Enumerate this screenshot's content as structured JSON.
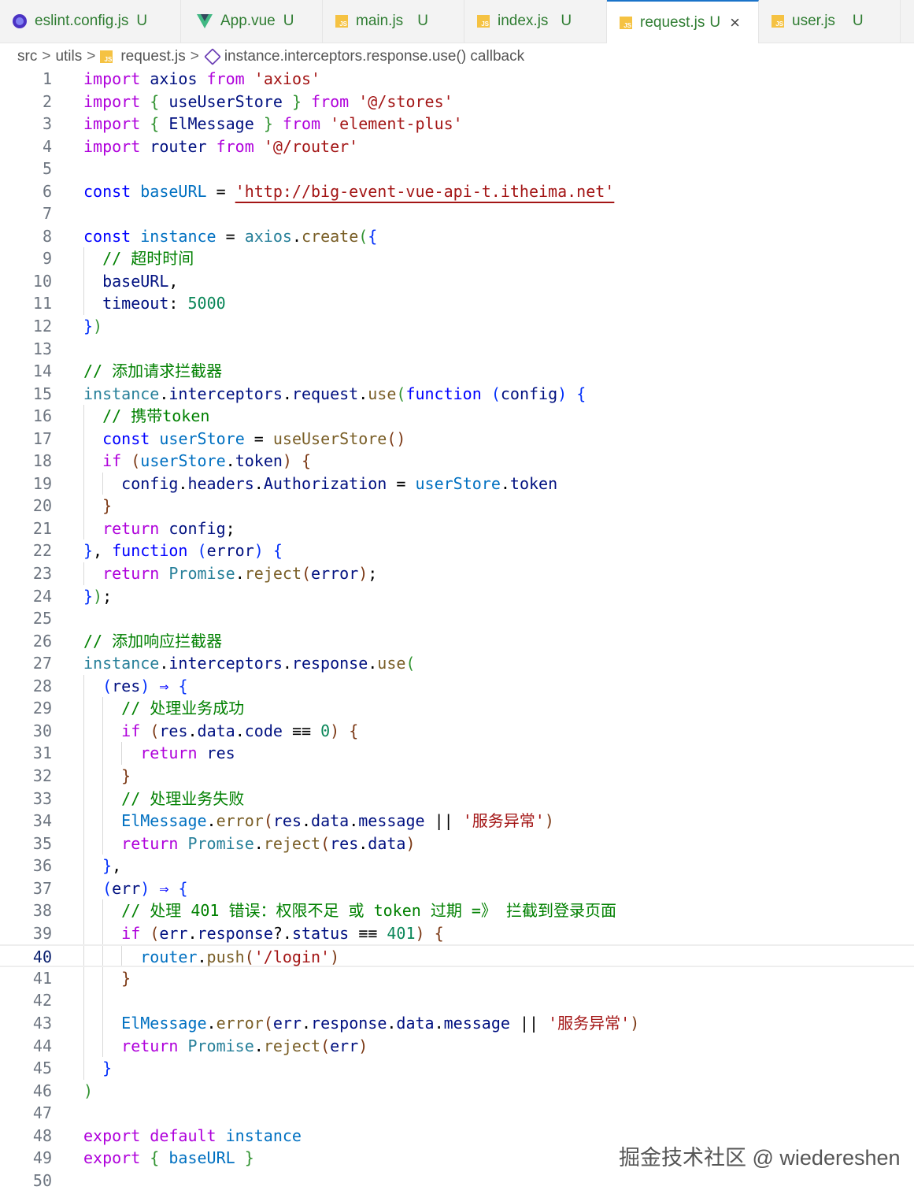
{
  "tabs": [
    {
      "name": "eslint.config.js",
      "badge": "U",
      "icon": "eslint-icon"
    },
    {
      "name": "App.vue",
      "badge": "U",
      "icon": "vue-icon"
    },
    {
      "name": "main.js",
      "badge": "U",
      "icon": "js-icon"
    },
    {
      "name": "index.js",
      "badge": "U",
      "icon": "js-icon"
    },
    {
      "name": "request.js",
      "badge": "U",
      "icon": "js-icon",
      "active": true,
      "close": "×"
    },
    {
      "name": "user.js",
      "badge": "U",
      "icon": "js-icon"
    }
  ],
  "breadcrumb": {
    "items": [
      "src",
      "utils",
      "request.js",
      "instance.interceptors.response.use() callback"
    ],
    "separator": ">"
  },
  "editor": {
    "current_line": 40,
    "line_numbers": [
      "1",
      "2",
      "3",
      "4",
      "5",
      "6",
      "7",
      "8",
      "9",
      "10",
      "11",
      "12",
      "13",
      "14",
      "15",
      "16",
      "17",
      "18",
      "19",
      "20",
      "21",
      "22",
      "23",
      "24",
      "25",
      "26",
      "27",
      "28",
      "29",
      "30",
      "31",
      "32",
      "33",
      "34",
      "35",
      "36",
      "37",
      "38",
      "39",
      "40",
      "41",
      "42",
      "43",
      "44",
      "45",
      "46",
      "47",
      "48",
      "49",
      "50"
    ],
    "lines": [
      "import axios from 'axios'",
      "import { useUserStore } from '@/stores'",
      "import { ElMessage } from 'element-plus'",
      "import router from '@/router'",
      "",
      "const baseURL = 'http://big-event-vue-api-t.itheima.net'",
      "",
      "const instance = axios.create({",
      "  // 超时时间",
      "  baseURL,",
      "  timeout: 5000",
      "})",
      "",
      "// 添加请求拦截器",
      "instance.interceptors.request.use(function (config) {",
      "  // 携带token",
      "  const userStore = useUserStore()",
      "  if (userStore.token) {",
      "    config.headers.Authorization = userStore.token",
      "  }",
      "  return config;",
      "}, function (error) {",
      "  return Promise.reject(error);",
      "});",
      "",
      "// 添加响应拦截器",
      "instance.interceptors.response.use(",
      "  (res) => {",
      "    // 处理业务成功",
      "    if (res.data.code === 0) {",
      "      return res",
      "    }",
      "    // 处理业务失败",
      "    ElMessage.error(res.data.message || '服务异常')",
      "    return Promise.reject(res.data)",
      "  },",
      "  (err) => {",
      "    // 处理 401 错误：权限不足 或 token 过期 => 拦截到登录页面",
      "    if (err.response?.status === 401) {",
      "      router.push('/login')",
      "    }",
      "",
      "    ElMessage.error(err.response.data.message || '服务异常')",
      "    return Promise.reject(err)",
      "  }",
      ")",
      "",
      "export default instance",
      "export { baseURL }",
      ""
    ]
  },
  "tokens": {
    "import": "import",
    "from": "from",
    "const": "const",
    "if": "if",
    "return": "return",
    "function": "function",
    "export": "export",
    "default": "default",
    "axios": "axios",
    "useUserStore": "useUserStore",
    "ElMessage": "ElMessage",
    "router": "router",
    "s_axios": "'axios'",
    "s_stores": "'@/stores'",
    "s_ep": "'element-plus'",
    "s_router": "'@/router'",
    "s_url": "'http://big-event-vue-api-t.itheima.net'",
    "baseURL": "baseURL",
    "instance": "instance",
    "create": "create",
    "c_timeout": "// 超时时间",
    "timeout": "timeout",
    "n5000": "5000",
    "c_req": "// 添加请求拦截器",
    "interceptors": "interceptors",
    "request": "request",
    "use": "use",
    "config": "config",
    "c_token": "// 携带",
    "token_word": "token",
    "userStore": "userStore",
    "token": "token",
    "headers": "headers",
    "Authorization": "Authorization",
    "error": "error",
    "Promise": "Promise",
    "reject": "reject",
    "c_resp": "// 添加响应拦截器",
    "response": "response",
    "res": "res",
    "arrow": "⇒",
    "c_ok": "// 处理业务成功",
    "data": "data",
    "code": "code",
    "eqq": "≡≡",
    "n0": "0",
    "c_fail": "// 处理业务失败",
    "message": "message",
    "or": "||",
    "s_err": "'服务异常'",
    "err": "err",
    "c401a": "// 处理 ",
    "n401": "401",
    "c401b": " 错误：权限不足 或 ",
    "c401c": "token",
    "c401d": " 过期 =》 拦截到登录页面",
    "status": "status",
    "push": "push",
    "s_login": "'/login'",
    "optchain": "?."
  },
  "watermark": "掘金技术社区 @ wiedereshen"
}
